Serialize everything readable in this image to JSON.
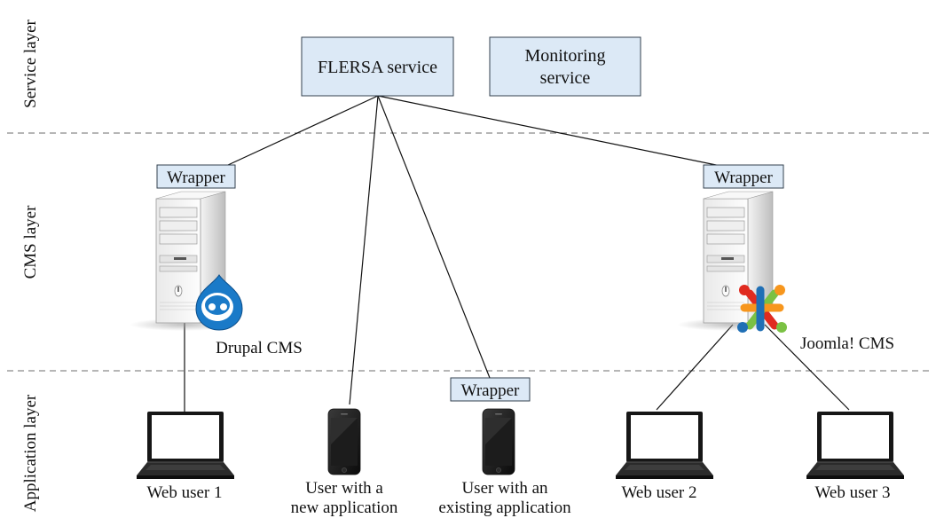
{
  "layers": {
    "service": "Service layer",
    "cms": "CMS layer",
    "application": "Application layer"
  },
  "services": {
    "flersa": "FLERSA service",
    "monitoring_line1": "Monitoring",
    "monitoring_line2": "service"
  },
  "wrapper_label": "Wrapper",
  "cms": {
    "drupal": "Drupal CMS",
    "joomla": "Joomla! CMS"
  },
  "clients": {
    "web_user_1": "Web user 1",
    "new_app_line1": "User with a",
    "new_app_line2": "new application",
    "existing_app_line1": "User with an",
    "existing_app_line2": "existing application",
    "web_user_2": "Web user 2",
    "web_user_3": "Web user 3"
  },
  "colors": {
    "box_fill": "#dce9f6",
    "drupal_blue": "#1a7ac8",
    "joomla_red": "#e02b20",
    "joomla_orange": "#f7961d",
    "joomla_green": "#7ac143",
    "joomla_blue": "#1f6fb5"
  },
  "icons": [
    "server-icon",
    "drupal-logo-icon",
    "joomla-logo-icon",
    "laptop-icon",
    "smartphone-icon"
  ]
}
